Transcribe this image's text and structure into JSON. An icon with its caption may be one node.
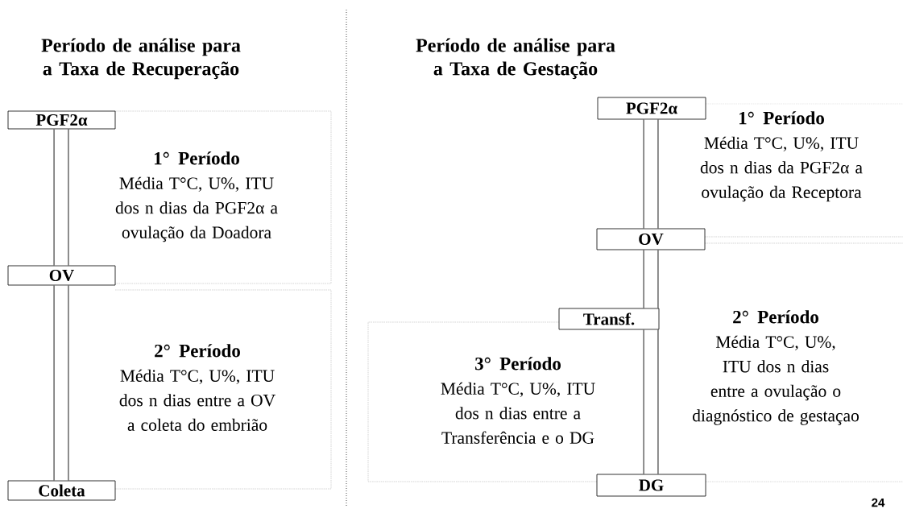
{
  "diagram": {
    "nodes": [
      {
        "text": [
          "PGF2α"
        ]
      },
      {
        "text": [
          "OV"
        ]
      },
      {
        "text": [
          "Coleta"
        ]
      },
      {
        "text": [
          "1° Período",
          "Média T°C, U%, ITU dos n dias da PGF2α a ovulação da Doadora"
        ]
      },
      {
        "text": [
          "2° Período",
          "Média T°C, U%, ITU dos n dias entre a OV a coleta do embrião"
        ]
      },
      {
        "text": [
          "PGF2α"
        ]
      },
      {
        "text": [
          "OV"
        ]
      },
      {
        "text": [
          "Transf."
        ]
      },
      {
        "text": [
          "DG"
        ]
      },
      {
        "text": [
          "1° Período",
          "Média T°C, U%, ITU dos n dias da PGF2α a ovulação da Receptora"
        ]
      },
      {
        "text": [
          "2° Período",
          "Média T°C, U%, ITU dos n dias entre a ovulação o diagnóstico de gestaçao"
        ]
      },
      {
        "text": [
          "3° Período",
          "Média T°C, U%, ITU dos n dias entre a Transferência e o DG"
        ]
      }
    ],
    "edges": [
      {
        "from": 0,
        "to": 1,
        "arrow": "none"
      },
      {
        "from": 1,
        "to": 2,
        "arrow": "none"
      },
      {
        "from": 5,
        "to": 6,
        "arrow": "none"
      },
      {
        "from": 6,
        "to": 7,
        "arrow": "none"
      },
      {
        "from": 7,
        "to": 8,
        "arrow": "none"
      }
    ],
    "labels": [
      "Período de análise para a Taxa de Recuperação",
      "Período de análise para a Taxa de Gestação",
      "24"
    ]
  }
}
